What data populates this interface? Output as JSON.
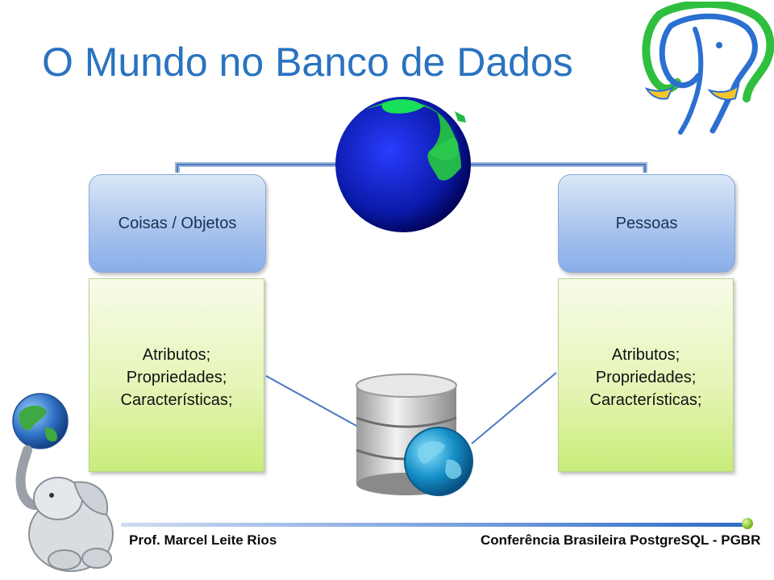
{
  "title": "O Mundo no Banco de Dados",
  "left_node": {
    "label": "Coisas / Objetos"
  },
  "right_node": {
    "label": "Pessoas"
  },
  "left_box": {
    "lines": [
      "Atributos;",
      "Propriedades;",
      "Características;"
    ]
  },
  "right_box": {
    "lines": [
      "Atributos;",
      "Propriedades;",
      "Características;"
    ]
  },
  "footer": {
    "author": "Prof. Marcel Leite Rios",
    "event": "Conferência Brasileira PostgreSQL - PGBR"
  },
  "colors": {
    "title": "#2a73c0",
    "connector": "#4a78c0",
    "node_fill": "#a9c4ee",
    "box_fill": "#e6f5b8"
  },
  "icons": [
    "globe-icon",
    "postgresql-elephant-logo",
    "elephant-with-globe-icon",
    "database-globe-icon"
  ]
}
